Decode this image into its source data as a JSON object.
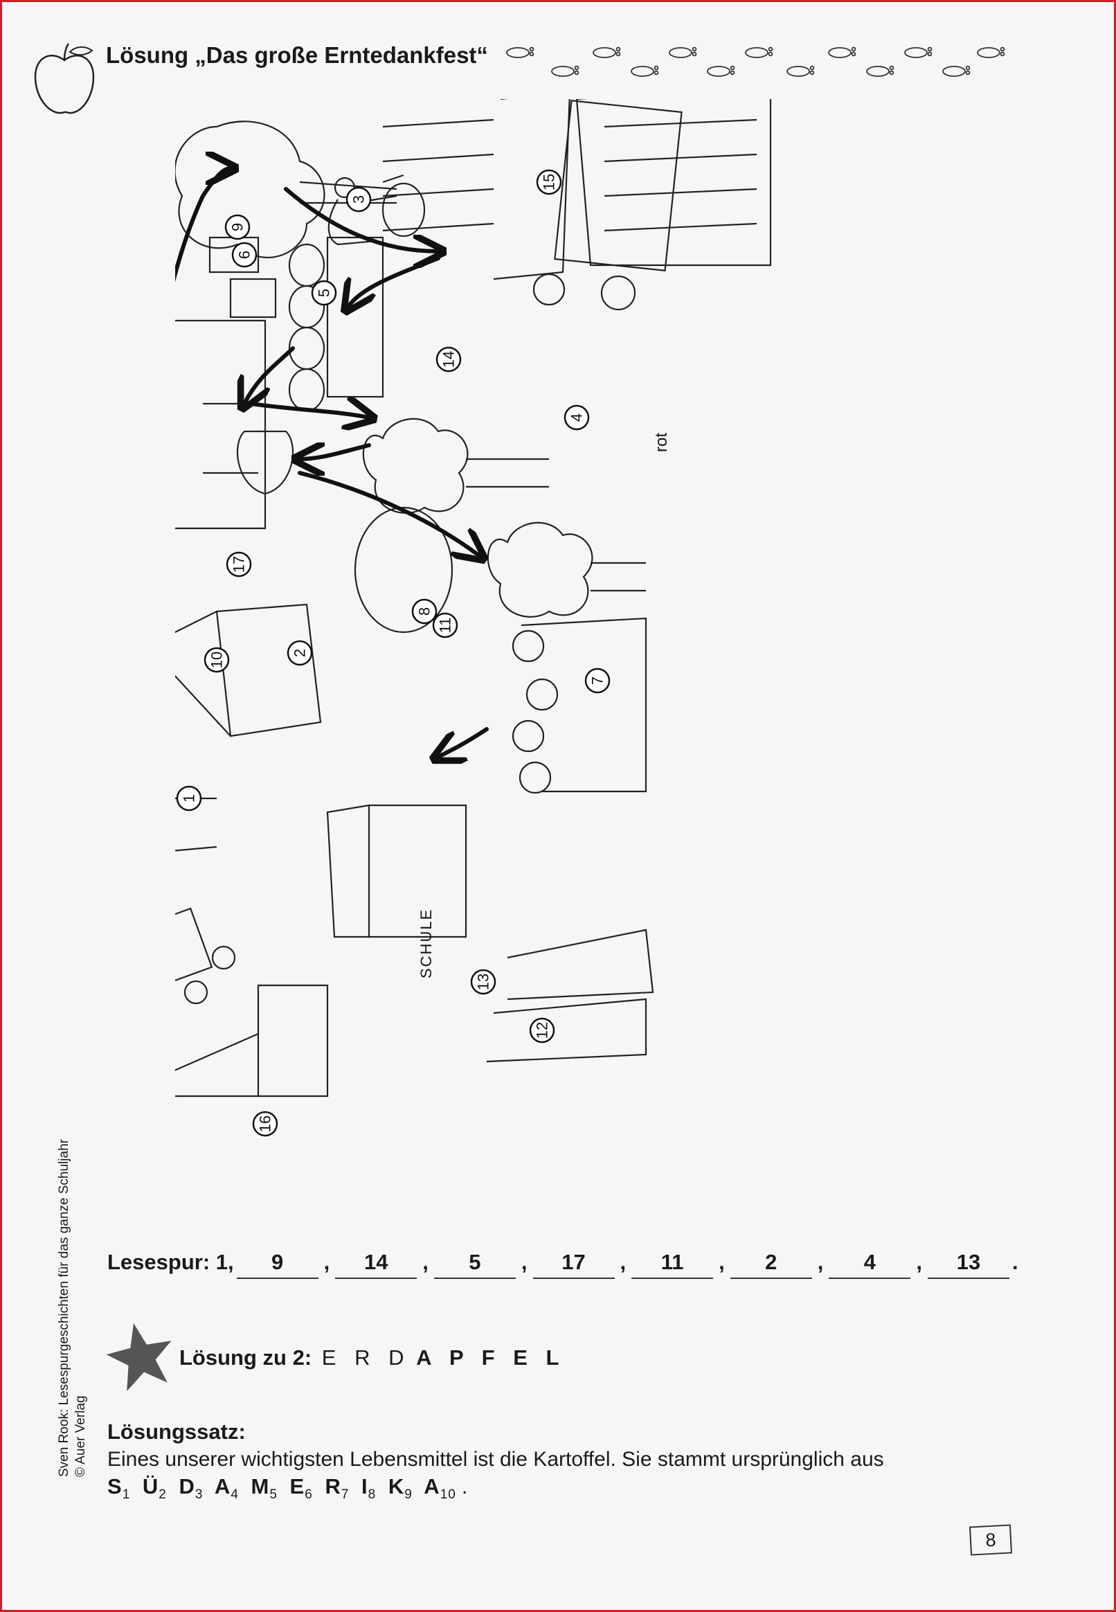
{
  "title": "Lösung „Das große Erntedankfest“",
  "illustration": {
    "station_numbers": [
      "1",
      "2",
      "3",
      "4",
      "5",
      "6",
      "7",
      "8",
      "9",
      "10",
      "11",
      "12",
      "13",
      "14",
      "15",
      "16",
      "17"
    ],
    "labels": {
      "school": "SCHULE",
      "red": "rot"
    }
  },
  "reading_trail": {
    "label": "Lesespur: 1,",
    "answers": [
      "9",
      "14",
      "5",
      "17",
      "11",
      "2",
      "4",
      "13"
    ],
    "end": "."
  },
  "solution2": {
    "label": "Lösung zu 2:",
    "letters_plain": "E R D",
    "letters_bold": "A P F E L"
  },
  "solution_sentence": {
    "heading": "Lösungssatz:",
    "text": "Eines unserer wichtigsten Lebensmittel ist die Kartoffel. Sie stammt ursprünglich aus",
    "code": [
      {
        "l": "S",
        "n": "1"
      },
      {
        "l": "Ü",
        "n": "2"
      },
      {
        "l": "D",
        "n": "3"
      },
      {
        "l": "A",
        "n": "4"
      },
      {
        "l": "M",
        "n": "5"
      },
      {
        "l": "E",
        "n": "6"
      },
      {
        "l": "R",
        "n": "7"
      },
      {
        "l": "I",
        "n": "8"
      },
      {
        "l": "K",
        "n": "9"
      },
      {
        "l": "A",
        "n": "10"
      }
    ],
    "end": "."
  },
  "credit": {
    "line1": "Sven Rook: Lesespurgeschichten für das ganze Schuljahr",
    "line2": "© Auer Verlag"
  },
  "page_number": "8"
}
